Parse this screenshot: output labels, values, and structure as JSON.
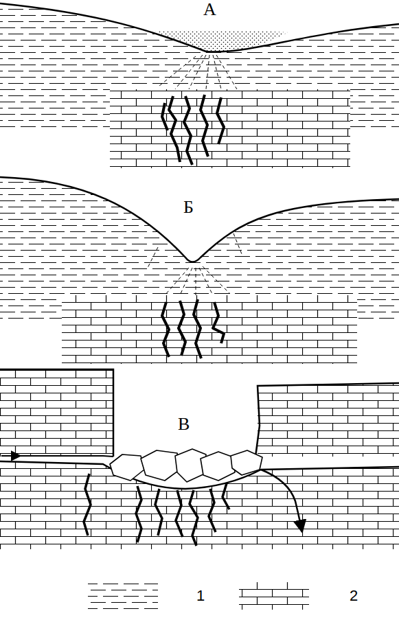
{
  "diagram": {
    "labels": [
      "А",
      "Б",
      "В"
    ],
    "legend": [
      {
        "text": "1"
      },
      {
        "text": "2"
      }
    ]
  }
}
